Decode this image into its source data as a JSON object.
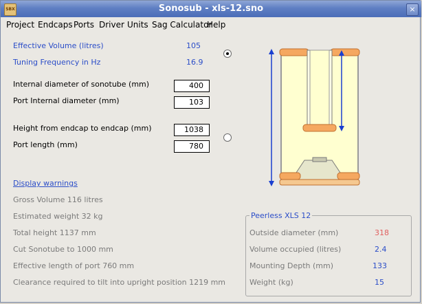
{
  "window": {
    "title": "Sonosub - xls-12.sno",
    "icon_label": "SBX",
    "close_label": "×"
  },
  "menu": [
    "Project",
    "Endcaps",
    "Ports",
    "Driver",
    "Units",
    "Sag Calculator",
    "Help"
  ],
  "tuning": {
    "effective_volume_label": "Effective Volume (litres)",
    "effective_volume_value": "105",
    "tuning_frequency_label": "Tuning Frequency in Hz",
    "tuning_frequency_value": "16.9"
  },
  "inputs": {
    "sonotube_diameter_label": "Internal diameter of sonotube (mm)",
    "sonotube_diameter_value": "400",
    "port_diameter_label": "Port Internal diameter (mm)",
    "port_diameter_value": "103",
    "height_label": "Height from endcap to endcap (mm)",
    "height_value": "1038",
    "port_length_label": "Port length (mm)",
    "port_length_value": "780"
  },
  "warnings": {
    "display_warnings_label": "Display warnings",
    "gross_volume": "Gross Volume  116 litres",
    "estimated_weight": "Estimated weight  32 kg",
    "total_height": "Total height  1137 mm",
    "cut_sonotube": "Cut Sonotube to   1000 mm",
    "effective_port_length": "Effective length of port  760 mm",
    "clearance": "Clearance required to tilt into upright position  1219 mm"
  },
  "driver": {
    "group_title": "Peerless XLS 12",
    "outside_diameter_label": "Outside diameter (mm)",
    "outside_diameter_value": "318",
    "volume_occupied_label": "Volume occupied (litres)",
    "volume_occupied_value": "2.4",
    "mounting_depth_label": "Mounting Depth (mm)",
    "mounting_depth_value": "133",
    "weight_label": "Weight (kg)",
    "weight_value": "15"
  },
  "colors": {
    "accent_blue": "#2b4dc8",
    "warning_red": "#e06060",
    "enclosure_fill": "#ffffd0",
    "endcap_orange": "#f5a860",
    "dimension_blue": "#1a3fd0"
  }
}
